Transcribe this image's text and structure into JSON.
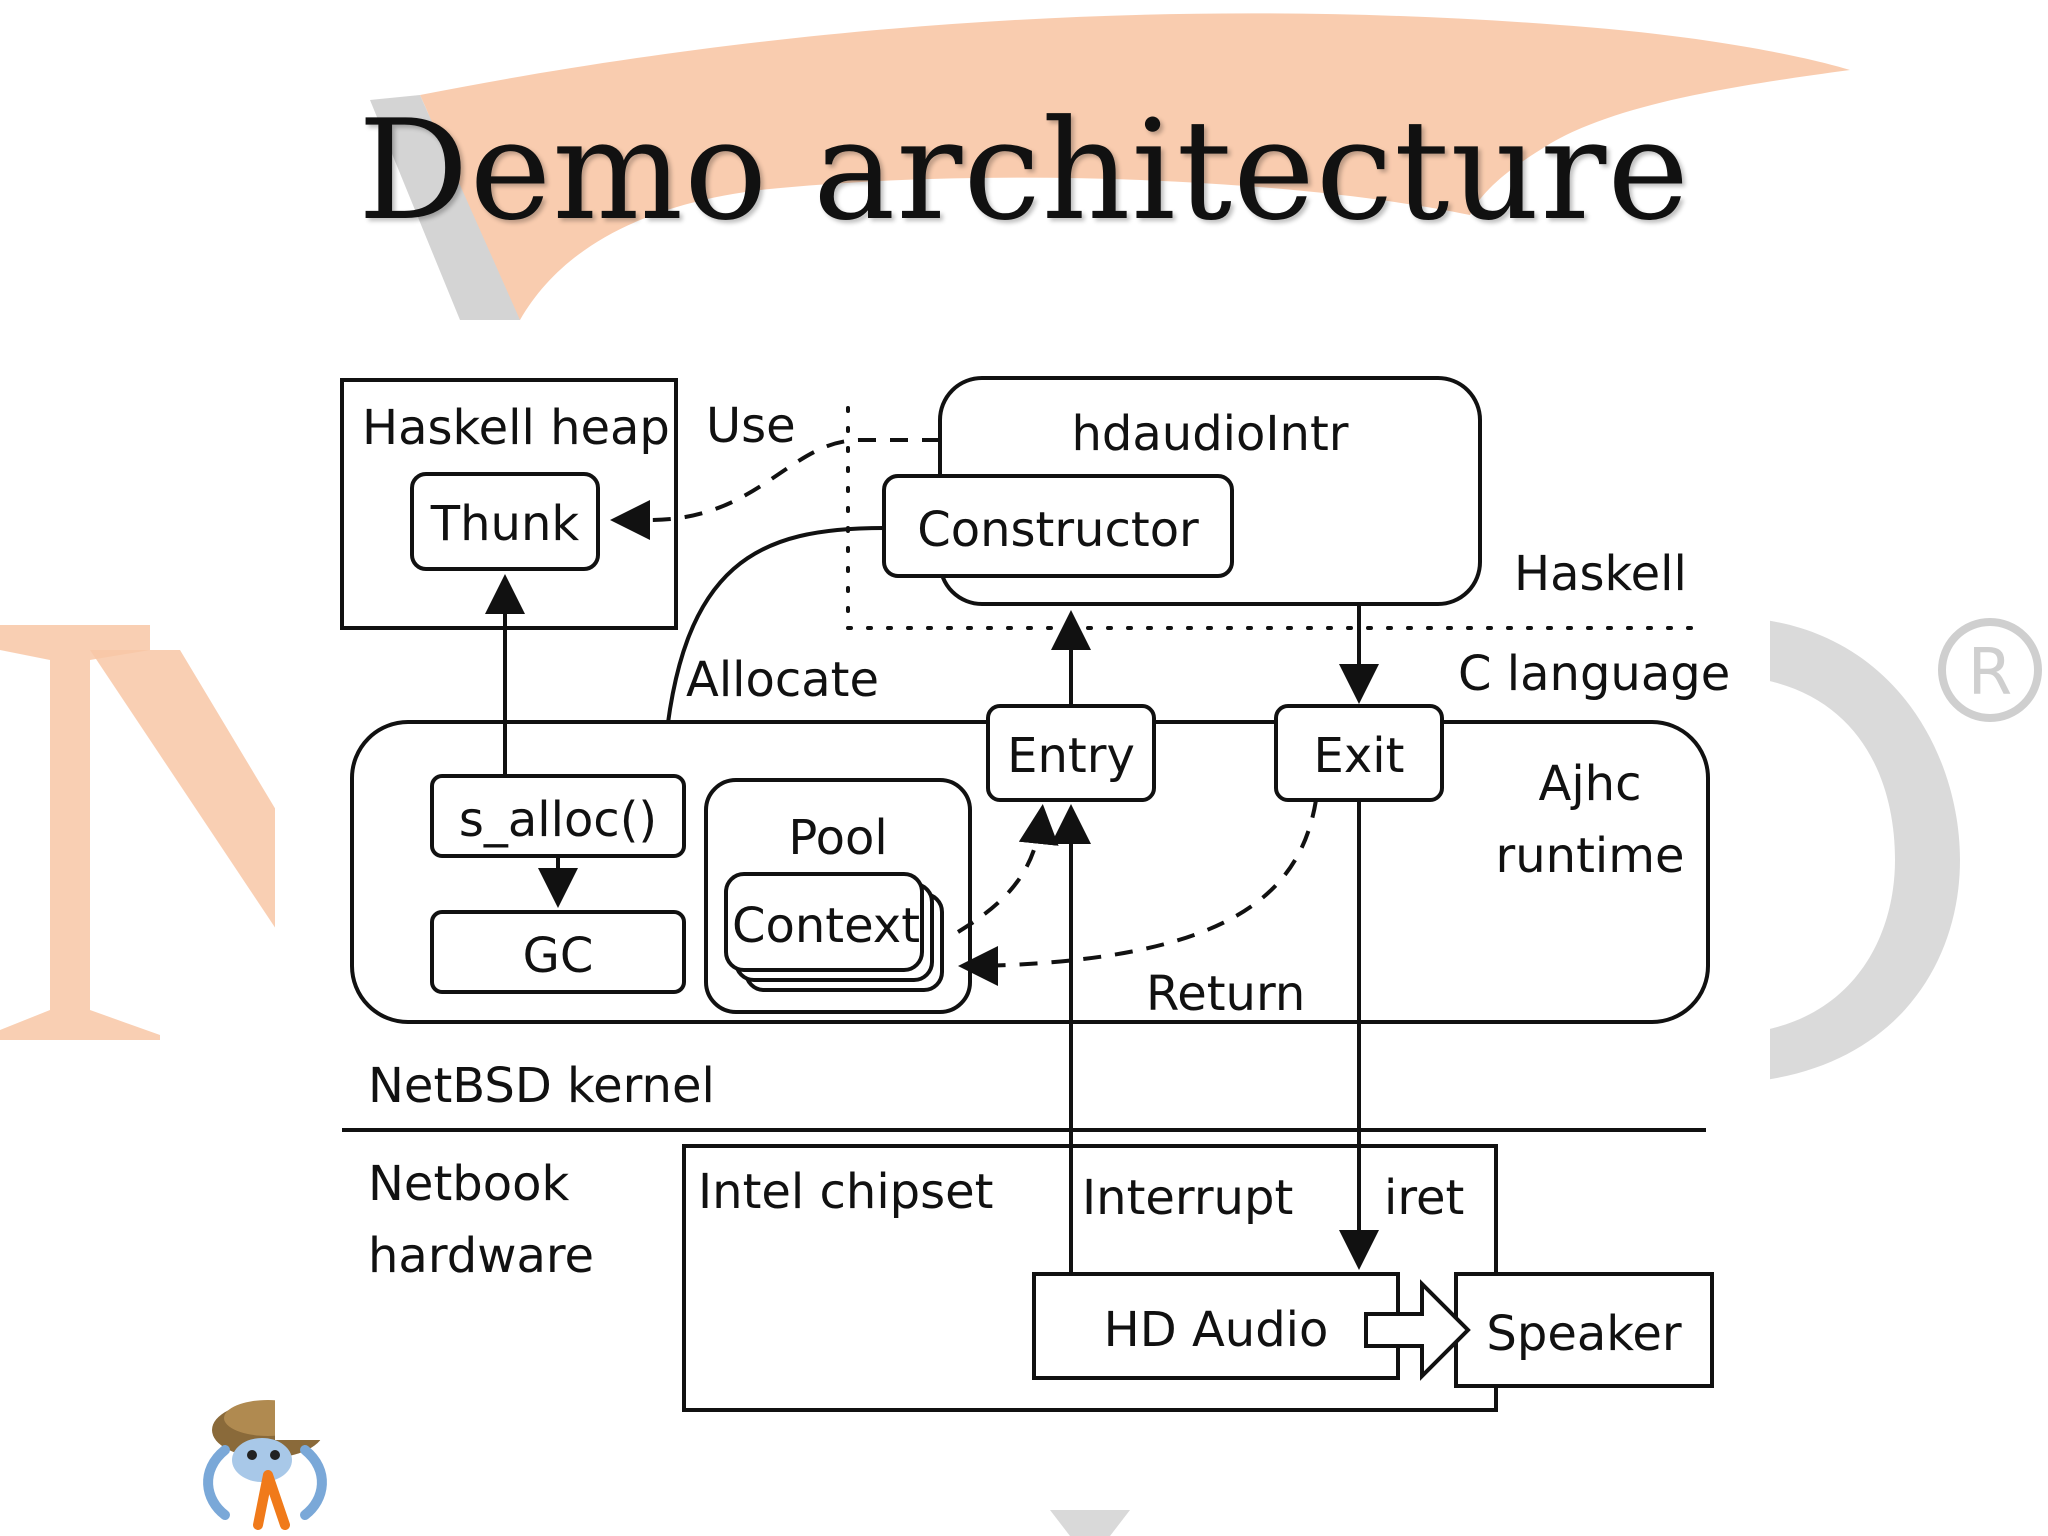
{
  "slide": {
    "title": "Demo architecture"
  },
  "colors": {
    "orange_watermark": "#f8c7a6",
    "gray_watermark": "#d6d6d6",
    "ink": "#111111"
  },
  "icons": [
    "registered-mark-icon",
    "mascot-logo-icon"
  ],
  "diagram": {
    "haskell_heap": {
      "title": "Haskell heap",
      "thunk": "Thunk"
    },
    "use_label": "Use",
    "hdaudio": {
      "title": "hdaudioIntr",
      "constructor": "Constructor"
    },
    "haskell_label": "Haskell",
    "c_language_label": "C language",
    "allocate_label": "Allocate",
    "entry": "Entry",
    "exit": "Exit",
    "ajhc": {
      "line1": "Ajhc",
      "line2": "runtime"
    },
    "s_alloc": "s_alloc()",
    "gc": "GC",
    "pool": {
      "title": "Pool",
      "context": "Context"
    },
    "return_label": "Return",
    "netbsd_kernel": "NetBSD kernel",
    "netbook": {
      "line1": "Netbook",
      "line2": "hardware"
    },
    "intel_chipset": "Intel chipset",
    "interrupt_label": "Interrupt",
    "iret_label": "iret",
    "hd_audio": "HD Audio",
    "speaker": "Speaker"
  }
}
